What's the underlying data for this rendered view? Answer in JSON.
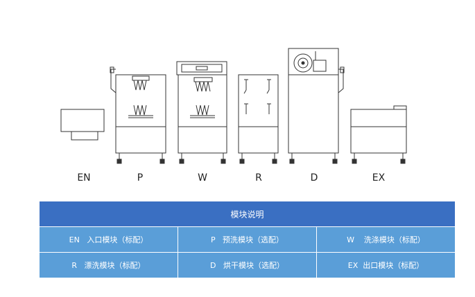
{
  "modules": [
    {
      "code": "EN",
      "name": "入口模块",
      "option": "（标配）"
    },
    {
      "code": "P",
      "name": "预洗模块",
      "option": "（选配）"
    },
    {
      "code": "W",
      "name": "洗涤模块",
      "option": "（标配）"
    },
    {
      "code": "R",
      "name": "漂洗模块",
      "option": "（标配）"
    },
    {
      "code": "D",
      "name": "烘干模块",
      "option": "（选配）"
    },
    {
      "code": "EX",
      "name": "出口模块",
      "option": "（标配）"
    }
  ],
  "table": {
    "title": "模块说明",
    "rows": [
      [
        "EN   入口模块（标配）",
        "P   预洗模块（选配）",
        "W    洗涤模块（标配）"
      ],
      [
        "R   漂洗模块（标配）",
        "D   烘干模块（选配）",
        "EX  出口模块（标配）"
      ]
    ]
  },
  "colors": {
    "header": "#3a6fc2",
    "cell": "#5a9ed8",
    "line": "#333333"
  }
}
